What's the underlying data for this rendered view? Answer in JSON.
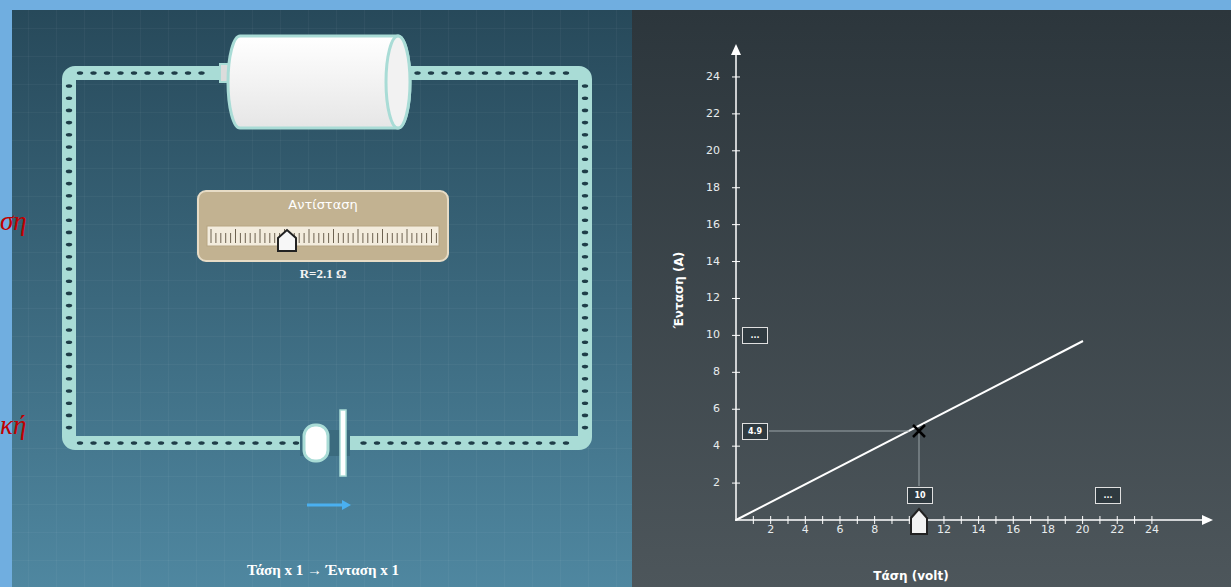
{
  "diagram": {
    "nodes": [
      {
        "text": [
          "Αντίσταση",
          "R=2.1 Ω"
        ]
      },
      {
        "text": [
          "..."
        ]
      },
      {
        "text": [
          "4.9"
        ]
      },
      {
        "text": [
          "10"
        ]
      },
      {
        "text": [
          "..."
        ]
      }
    ],
    "labels": [
      "ση",
      "κή",
      "Τάση x 1 → Ένταση x 1",
      "Ένταση (A)",
      "Τάση (volt)",
      "24",
      "22",
      "20",
      "18",
      "16",
      "14",
      "12",
      "10",
      "8",
      "6",
      "4",
      "2",
      "2",
      "4",
      "6",
      "8",
      "12",
      "14",
      "16",
      "18",
      "20",
      "22",
      "24"
    ]
  }
}
